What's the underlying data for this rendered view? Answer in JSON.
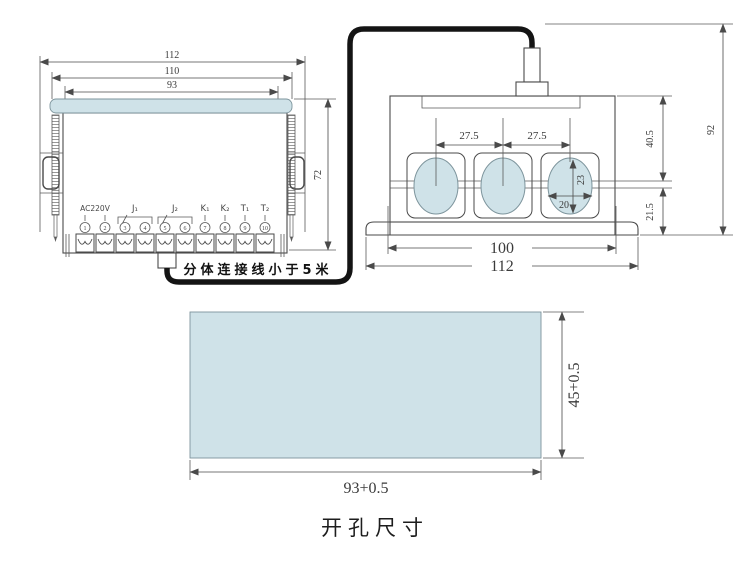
{
  "colors": {
    "panel_fill": "#cfe2e8",
    "outline": "#4a4a4a",
    "cable": "#141414"
  },
  "front_view": {
    "dim_overall_width": "112",
    "dim_bezel_width": "110",
    "dim_cutout_width": "93",
    "dim_height": "72",
    "terminal_labels": [
      "AC220V",
      "J₁",
      "J₂",
      "K₁",
      "K₂",
      "T₁",
      "T₂"
    ],
    "terminal_numbers": [
      "1",
      "2",
      "3",
      "4",
      "5",
      "6",
      "7",
      "8",
      "9",
      "10"
    ],
    "cable_note": "分体连接线小于5米"
  },
  "rear_view": {
    "dim_ct_pitch_left": "27.5",
    "dim_ct_pitch_right": "27.5",
    "dim_top_to_center": "40.5",
    "dim_center_to_bottom": "21.5",
    "dim_overall_height": "92",
    "dim_hole_height": "23",
    "dim_hole_width": "20",
    "dim_mount_pitch": "100",
    "dim_overall_width": "112"
  },
  "cutout_view": {
    "dim_height": "45+0.5",
    "dim_width": "93+0.5",
    "caption": "开孔尺寸"
  }
}
